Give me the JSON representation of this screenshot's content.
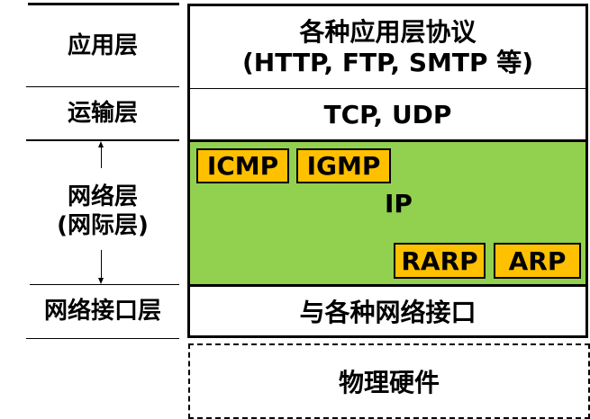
{
  "left_column": {
    "application_layer": "应用层",
    "transport_layer": "运输层",
    "network_layer_line1": "网络层",
    "network_layer_line2": "(网际层)",
    "network_interface_layer": "网络接口层"
  },
  "right_column": {
    "application_line1": "各种应用层协议",
    "application_line2": "(HTTP, FTP, SMTP 等)",
    "transport": "TCP, UDP",
    "network": {
      "center": "IP",
      "top_tags": [
        "ICMP",
        "IGMP"
      ],
      "bottom_tags": [
        "RARP",
        "ARP"
      ]
    },
    "interface": "与各种网络接口",
    "physical": "物理硬件"
  },
  "colors": {
    "network_bg": "#92d050",
    "tag_bg": "#ffc000"
  }
}
